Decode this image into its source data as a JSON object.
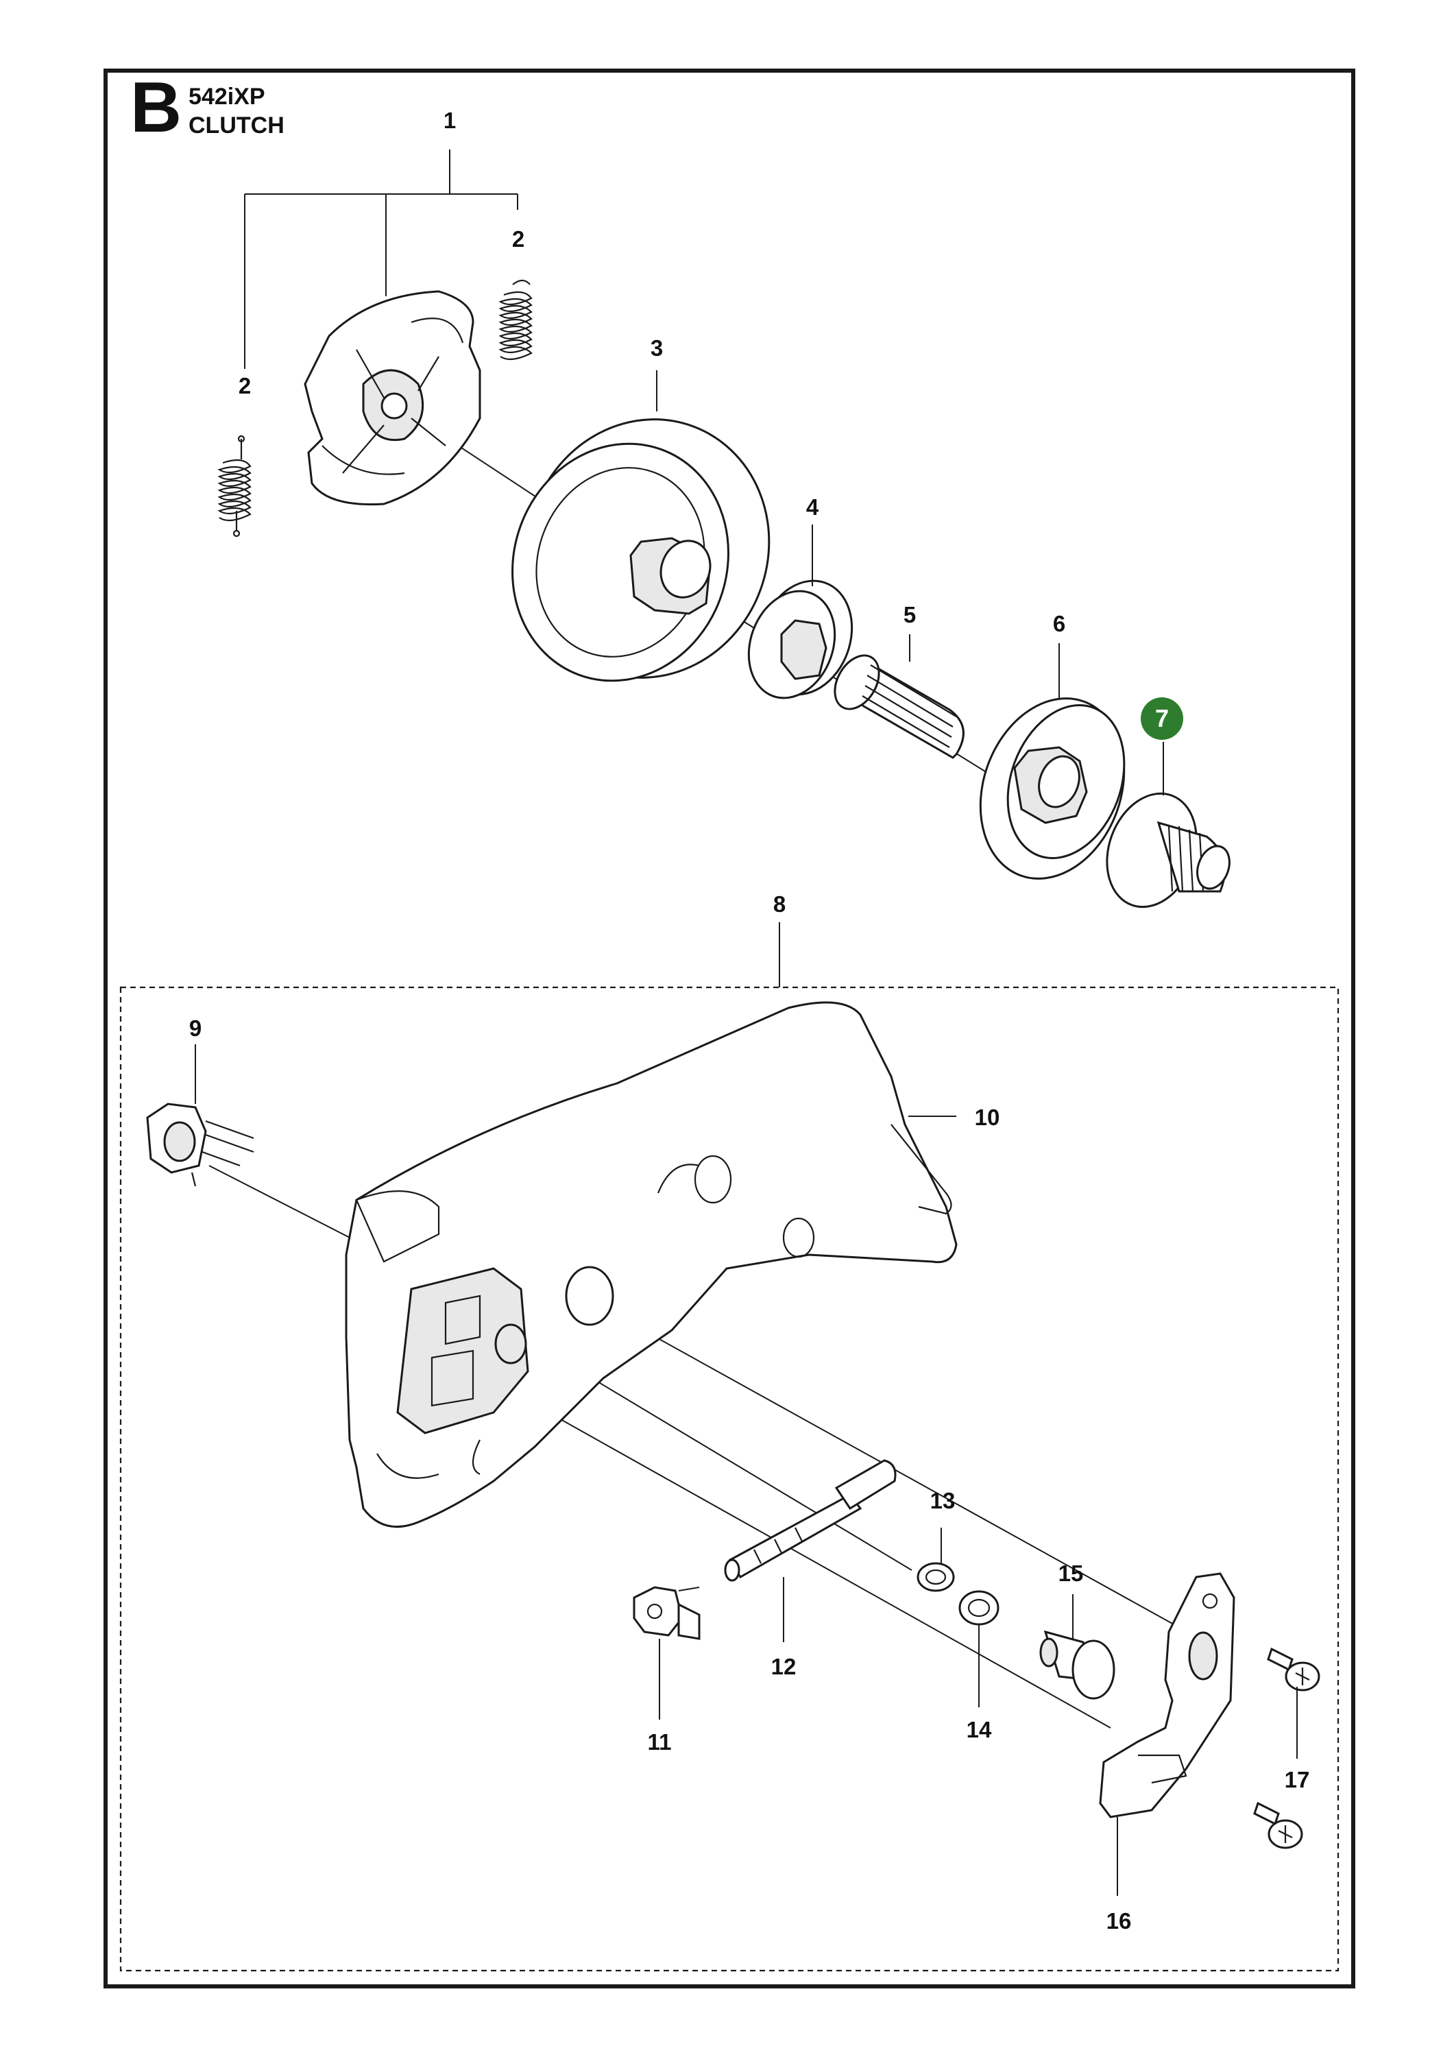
{
  "header": {
    "section_letter": "B",
    "model": "542iXP",
    "section_title": "CLUTCH"
  },
  "highlight": {
    "callout": "7",
    "color": "#2e7d2e"
  },
  "callouts": [
    "1",
    "2",
    "2",
    "3",
    "4",
    "5",
    "6",
    "7",
    "8",
    "9",
    "10",
    "11",
    "12",
    "13",
    "14",
    "15",
    "16",
    "17"
  ],
  "parts": [
    {
      "number": "1",
      "icon": "clutch-assembly-icon"
    },
    {
      "number": "2",
      "icon": "clutch-spring-icon"
    },
    {
      "number": "3",
      "icon": "clutch-drum-icon"
    },
    {
      "number": "4",
      "icon": "rim-sprocket-icon"
    },
    {
      "number": "5",
      "icon": "needle-bearing-icon"
    },
    {
      "number": "6",
      "icon": "clutch-cover-drum-icon"
    },
    {
      "number": "7",
      "icon": "clutch-nut-icon"
    },
    {
      "number": "8",
      "icon": "clutch-cover-assembly-icon"
    },
    {
      "number": "9",
      "icon": "chain-brake-plug-icon"
    },
    {
      "number": "10",
      "icon": "clutch-cover-icon"
    },
    {
      "number": "11",
      "icon": "tensioner-nut-icon"
    },
    {
      "number": "12",
      "icon": "tensioner-screw-icon"
    },
    {
      "number": "13",
      "icon": "washer-icon"
    },
    {
      "number": "14",
      "icon": "washer-icon"
    },
    {
      "number": "15",
      "icon": "bushing-icon"
    },
    {
      "number": "16",
      "icon": "chain-catcher-plate-icon"
    },
    {
      "number": "17",
      "icon": "screw-icon"
    }
  ]
}
